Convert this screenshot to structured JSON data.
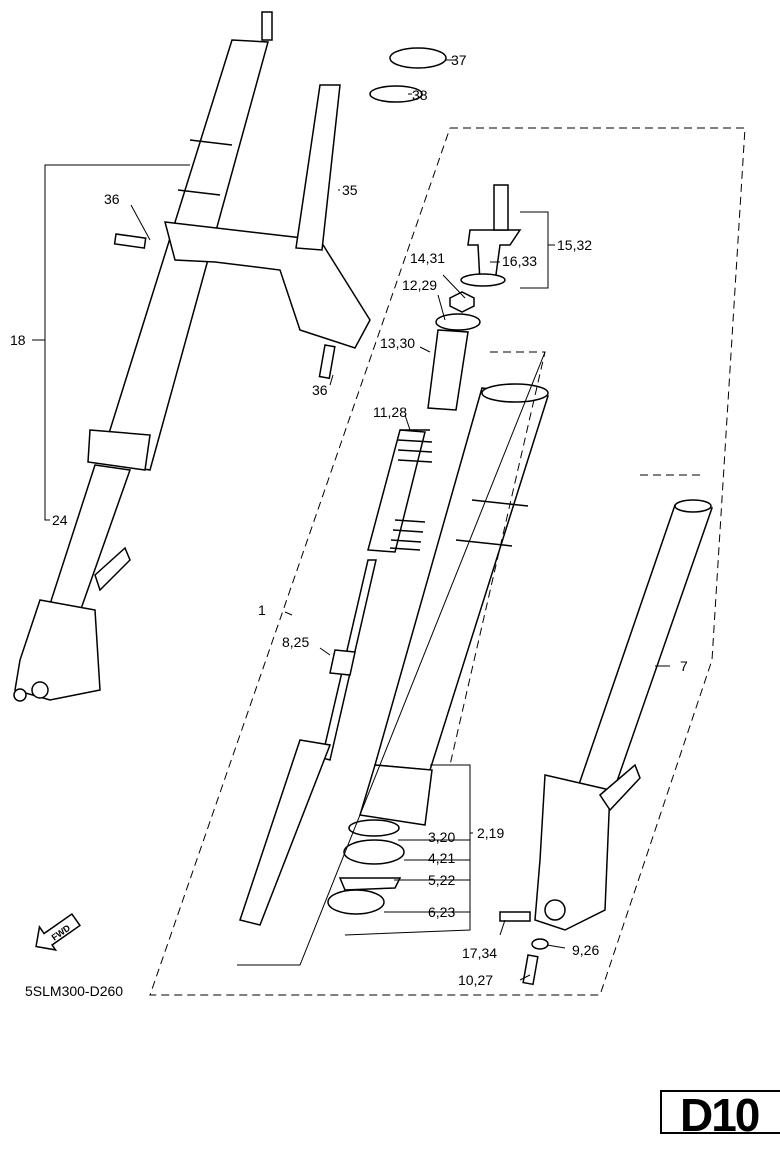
{
  "diagram": {
    "callouts": [
      "37",
      "38",
      "35",
      "36",
      "15,32",
      "14,31",
      "16,33",
      "12,29",
      "18",
      "13,30",
      "36",
      "11,28",
      "24",
      "1",
      "8,25",
      "7",
      "3,20",
      "2,19",
      "4,21",
      "5,22",
      "6,23",
      "17,34",
      "9,26",
      "10,27"
    ],
    "fwd_label": "FWD",
    "drawing_code": "5SLM300-D260",
    "page_code": "D10",
    "line_color": "#000000",
    "tube_fill": "#ffffff"
  }
}
